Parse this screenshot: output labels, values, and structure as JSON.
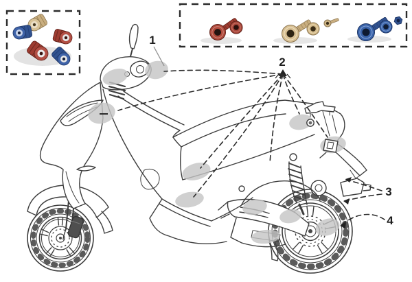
{
  "figure": {
    "background": "#ffffff",
    "line_color": "#3d3d3d",
    "highlight_color": "#c4c4c4",
    "dash_color": "#2b2b2b"
  },
  "insets": {
    "caps_box": {
      "content": "handlebar-bar-end-weights-photo",
      "colors": {
        "blue": "#31528f",
        "red": "#9e3c31",
        "gold": "#c9ae80"
      }
    },
    "screws_box": {
      "content": "anodized-fairing-screw-kits-photo",
      "groups": [
        {
          "name": "red-screw-kit",
          "color": "#a8463a"
        },
        {
          "name": "gold-screw-kit",
          "color": "#cfb68a"
        },
        {
          "name": "blue-screw-kit",
          "color": "#35599c"
        }
      ]
    }
  },
  "callouts": [
    {
      "id": "callout-1",
      "label": "1"
    },
    {
      "id": "callout-2",
      "label": "2"
    },
    {
      "id": "callout-3",
      "label": "3"
    },
    {
      "id": "callout-4",
      "label": "4"
    }
  ]
}
